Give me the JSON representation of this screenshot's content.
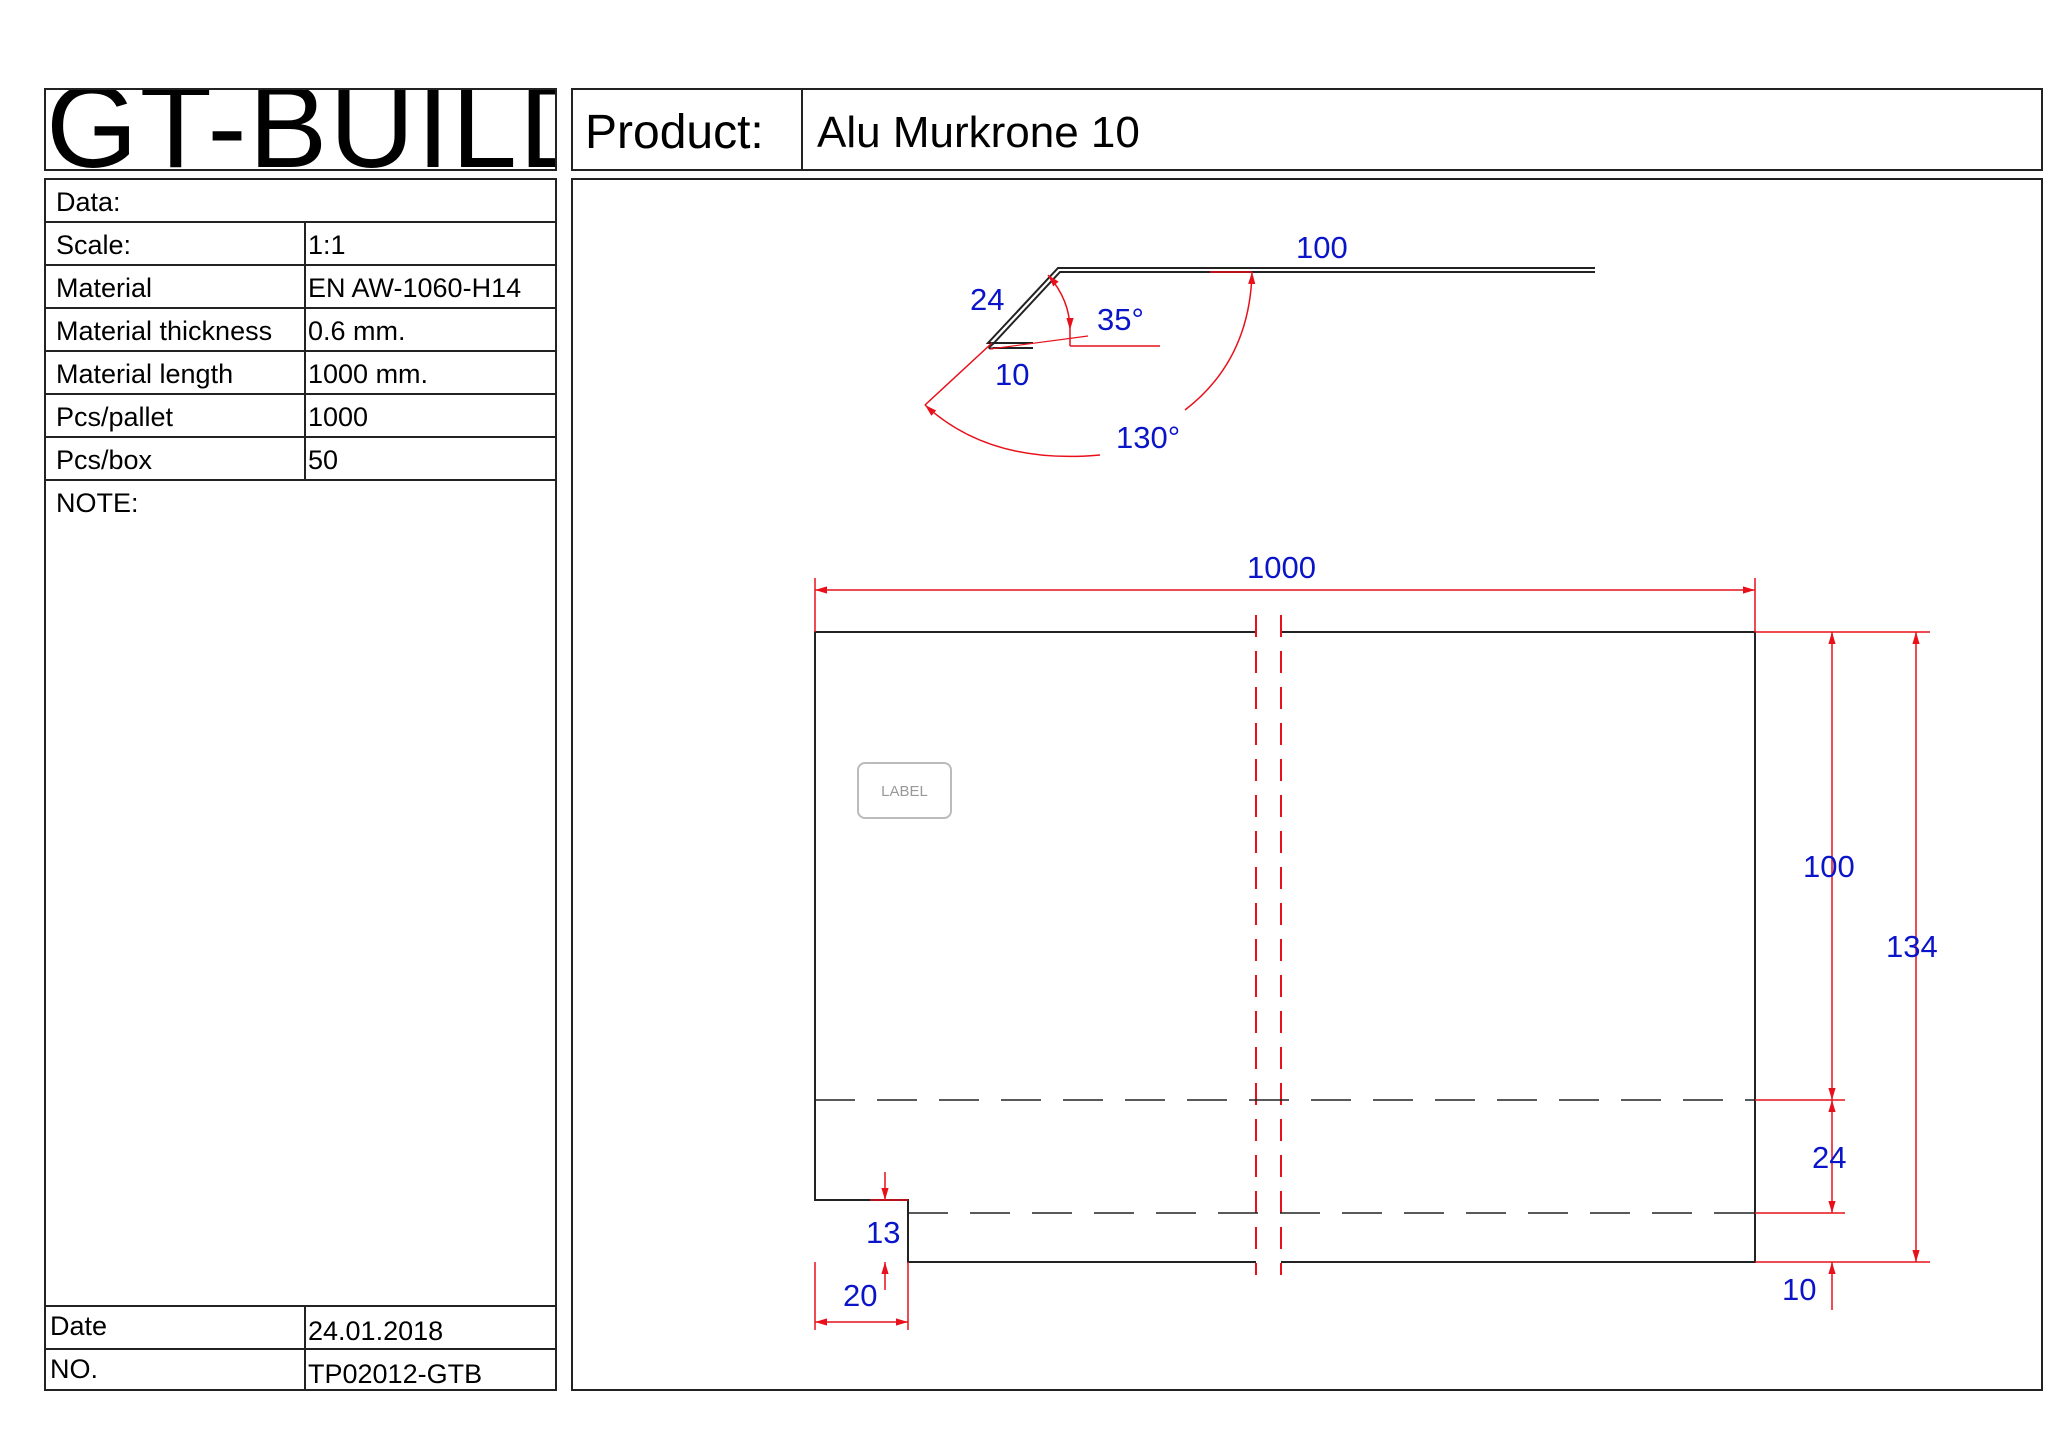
{
  "brand": "GT-BUILD",
  "header": {
    "product_label": "Product:",
    "product_value": "Alu Murkrone 10"
  },
  "spec": {
    "data_label": "Data:",
    "rows": [
      {
        "key": "Scale:",
        "value": "1:1"
      },
      {
        "key": "Material",
        "value": "EN AW-1060-H14"
      },
      {
        "key": "Material thickness",
        "value": "0.6 mm."
      },
      {
        "key": "Material length",
        "value": "1000 mm."
      },
      {
        "key": "Pcs/pallet",
        "value": "1000"
      },
      {
        "key": "Pcs/box",
        "value": "50"
      }
    ],
    "note_label": "NOTE:",
    "date_label": "Date",
    "date_value": "24.01.2018",
    "no_label": "NO.",
    "no_value": "TP02012-GTB"
  },
  "drawing": {
    "profile": {
      "dim_top": "100",
      "dim_slope": "24",
      "dim_hem": "10",
      "angle_small": "35°",
      "angle_large": "130°"
    },
    "flat": {
      "width": "1000",
      "height_main": "100",
      "height_total": "134",
      "fold_1": "24",
      "fold_2": "10",
      "notch_h": "13",
      "notch_w": "20",
      "tag": "LABEL"
    },
    "colors": {
      "dimension_line": "#e8101a",
      "dimension_text": "#0a14c8",
      "outline": "#222222"
    }
  }
}
